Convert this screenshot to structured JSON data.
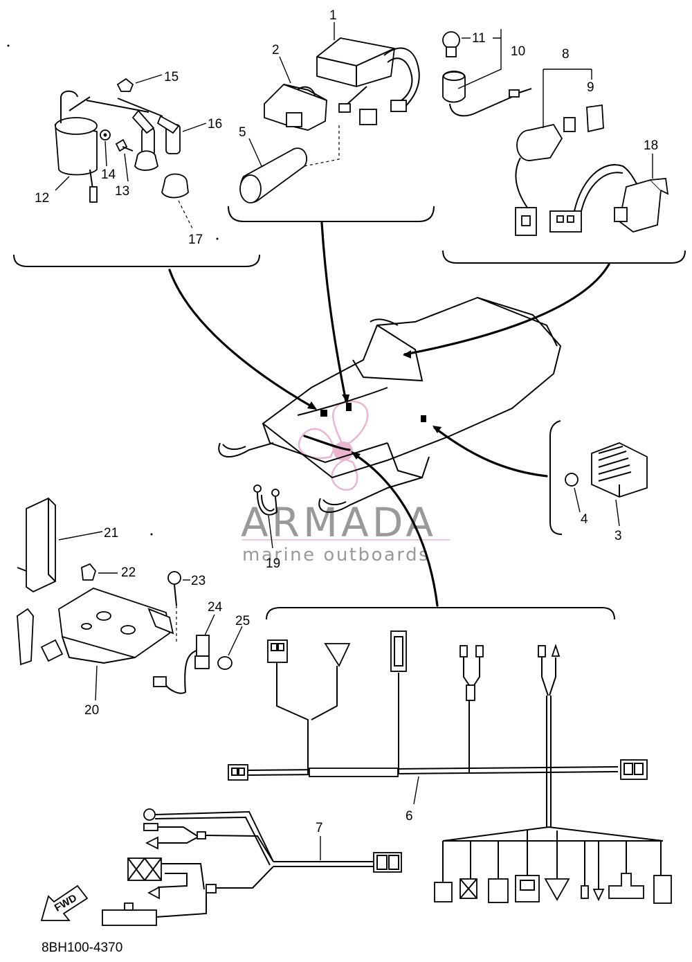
{
  "diagram": {
    "code": "8BH100-4370",
    "fwd_label": "FWD",
    "watermark": {
      "brand": "ARMADA",
      "tagline": "marine outboards",
      "logo_color": "#e8a8c8"
    },
    "callouts": [
      {
        "id": "1",
        "label": "1"
      },
      {
        "id": "2",
        "label": "2"
      },
      {
        "id": "3",
        "label": "3"
      },
      {
        "id": "4",
        "label": "4"
      },
      {
        "id": "5",
        "label": "5"
      },
      {
        "id": "6",
        "label": "6"
      },
      {
        "id": "7",
        "label": "7"
      },
      {
        "id": "8",
        "label": "8"
      },
      {
        "id": "9",
        "label": "9"
      },
      {
        "id": "10",
        "label": "10"
      },
      {
        "id": "11",
        "label": "11"
      },
      {
        "id": "12",
        "label": "12"
      },
      {
        "id": "13",
        "label": "13"
      },
      {
        "id": "14",
        "label": "14"
      },
      {
        "id": "15",
        "label": "15"
      },
      {
        "id": "16",
        "label": "16"
      },
      {
        "id": "17",
        "label": "17"
      },
      {
        "id": "18",
        "label": "18"
      },
      {
        "id": "19",
        "label": "19"
      },
      {
        "id": "20",
        "label": "20"
      },
      {
        "id": "21",
        "label": "21"
      },
      {
        "id": "22",
        "label": "22"
      },
      {
        "id": "23",
        "label": "23"
      },
      {
        "id": "24",
        "label": "24"
      },
      {
        "id": "25",
        "label": "25"
      }
    ]
  }
}
